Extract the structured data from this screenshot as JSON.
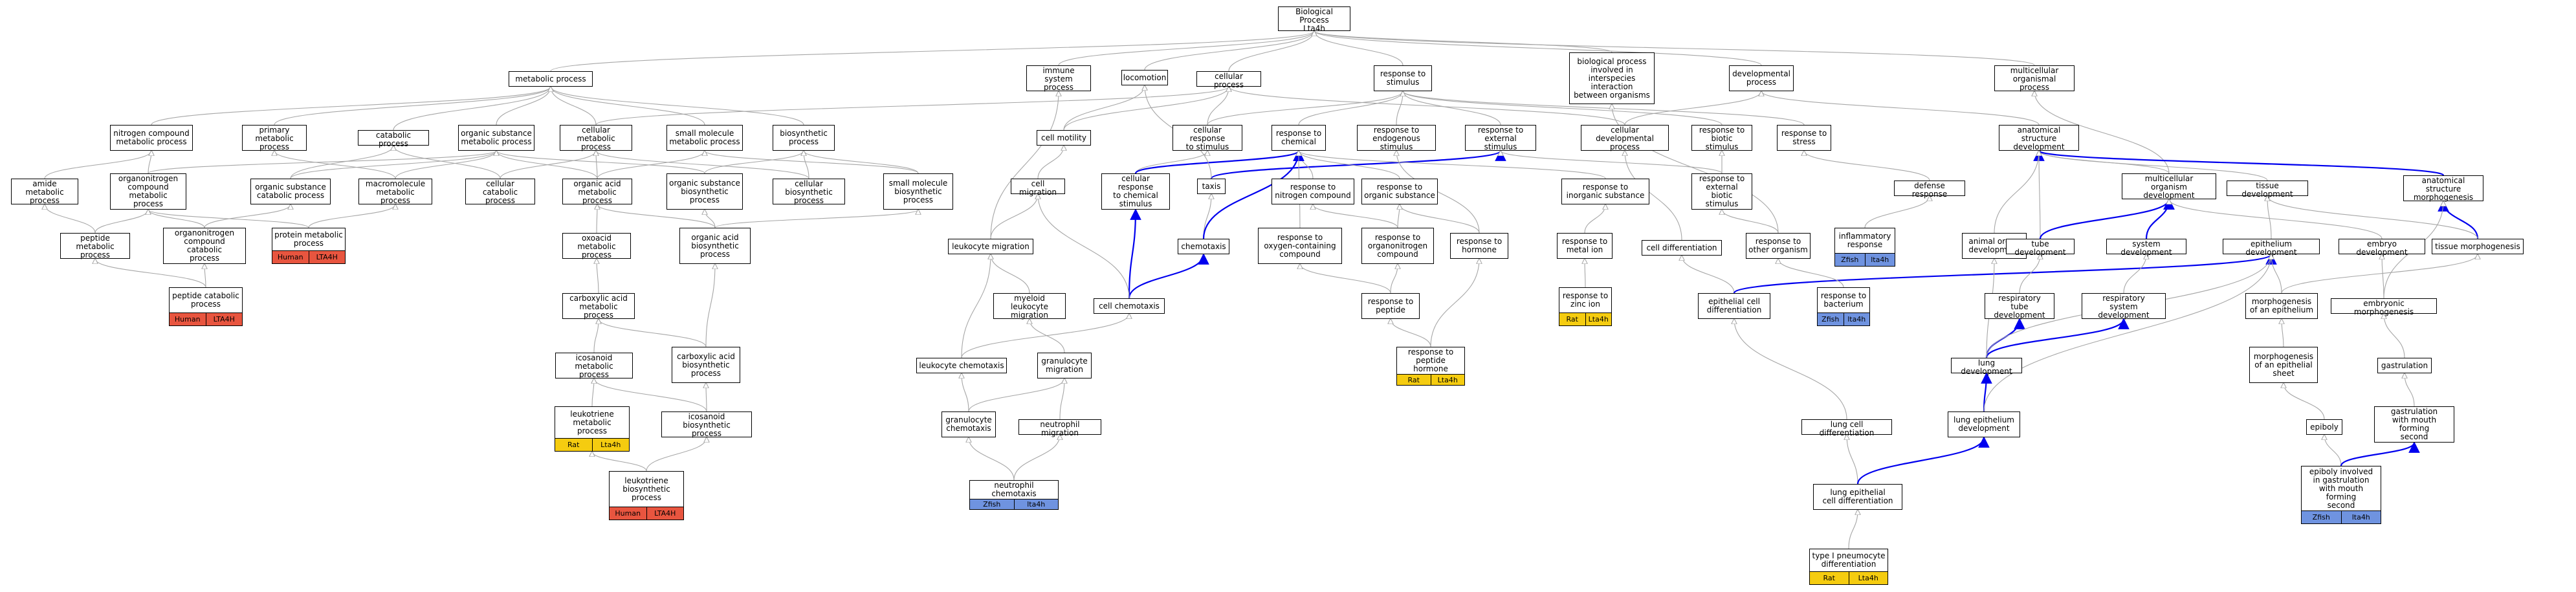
{
  "colors": {
    "human": "#e8553f",
    "rat": "#f5cc10",
    "zfish": "#6f93e0",
    "highlight_edge": "#0000ee",
    "edge": "#a6a6a6"
  },
  "nodes": [
    {
      "id": "bp",
      "label": "Biological Process\nLta4h"
    },
    {
      "id": "metabolic",
      "label": "metabolic process"
    },
    {
      "id": "immune",
      "label": "immune system\nprocess"
    },
    {
      "id": "locomotion",
      "label": "locomotion"
    },
    {
      "id": "cellular",
      "label": "cellular process"
    },
    {
      "id": "resp_stim",
      "label": "response to\nstimulus"
    },
    {
      "id": "interspecies",
      "label": "biological process\ninvolved in\ninterspecies\ninteraction\nbetween organisms"
    },
    {
      "id": "developmental",
      "label": "developmental\nprocess"
    },
    {
      "id": "multicell_org",
      "label": "multicellular\norganismal process"
    },
    {
      "id": "nitrogen_cmpd",
      "label": "nitrogen compound\nmetabolic process"
    },
    {
      "id": "primary_met",
      "label": "primary metabolic\nprocess"
    },
    {
      "id": "catabolic",
      "label": "catabolic process"
    },
    {
      "id": "org_subst_met",
      "label": "organic substance\nmetabolic process"
    },
    {
      "id": "cellular_met",
      "label": "cellular metabolic\nprocess"
    },
    {
      "id": "small_mol_met",
      "label": "small molecule\nmetabolic process"
    },
    {
      "id": "biosynthetic",
      "label": "biosynthetic\nprocess"
    },
    {
      "id": "cell_motility",
      "label": "cell motility"
    },
    {
      "id": "cell_resp_stim",
      "label": "cellular response\nto stimulus"
    },
    {
      "id": "resp_chemical",
      "label": "response to\nchemical"
    },
    {
      "id": "resp_endog",
      "label": "response to\nendogenous stimulus"
    },
    {
      "id": "resp_ext_stim",
      "label": "response to\nexternal stimulus"
    },
    {
      "id": "cell_dev_proc",
      "label": "cellular developmental\nprocess"
    },
    {
      "id": "resp_biotic",
      "label": "response to\nbiotic stimulus"
    },
    {
      "id": "resp_stress",
      "label": "response to\nstress"
    },
    {
      "id": "anat_struct_dev",
      "label": "anatomical structure\ndevelopment"
    },
    {
      "id": "amide_met",
      "label": "amide metabolic\nprocess"
    },
    {
      "id": "organonitrogen_met",
      "label": "organonitrogen\ncompound metabolic\nprocess"
    },
    {
      "id": "macromolecule_met",
      "label": "macromolecule\nmetabolic process"
    },
    {
      "id": "cellular_catab",
      "label": "cellular catabolic\nprocess"
    },
    {
      "id": "organic_acid_met",
      "label": "organic acid\nmetabolic process"
    },
    {
      "id": "org_subst_biosyn",
      "label": "organic substance\nbiosynthetic\nprocess"
    },
    {
      "id": "cell_biosyn",
      "label": "cellular biosynthetic\nprocess"
    },
    {
      "id": "small_mol_biosyn",
      "label": "small molecule\nbiosynthetic\nprocess"
    },
    {
      "id": "cell_migration",
      "label": "cell migration"
    },
    {
      "id": "cell_resp_chem",
      "label": "cellular response\nto chemical\nstimulus"
    },
    {
      "id": "taxis",
      "label": "taxis"
    },
    {
      "id": "resp_nitrogen",
      "label": "response to\nnitrogen compound"
    },
    {
      "id": "resp_org_subst",
      "label": "response to\norganic substance"
    },
    {
      "id": "resp_inorganic",
      "label": "response to\ninorganic substance"
    },
    {
      "id": "resp_ext_biotic",
      "label": "response to\nexternal biotic\nstimulus"
    },
    {
      "id": "defense",
      "label": "defense response"
    },
    {
      "id": "multicell_dev",
      "label": "multicellular\norganism development"
    },
    {
      "id": "tissue_dev",
      "label": "tissue development"
    },
    {
      "id": "anat_morph",
      "label": "anatomical structure\nmorphogenesis"
    },
    {
      "id": "peptide_met",
      "label": "peptide metabolic\nprocess"
    },
    {
      "id": "org_subst_catab",
      "label": "organic substance\ncatabolic process"
    },
    {
      "id": "organonitrogen_catab",
      "label": "organonitrogen\ncompound catabolic\nprocess"
    },
    {
      "id": "protein_met",
      "label": "protein metabolic\nprocess",
      "anno": [
        {
          "text": "Human",
          "species": "human"
        },
        {
          "text": "LTA4H",
          "species": "human"
        }
      ]
    },
    {
      "id": "oxoacid_met",
      "label": "oxoacid metabolic\nprocess"
    },
    {
      "id": "organic_acid_biosyn",
      "label": "organic acid\nbiosynthetic\nprocess"
    },
    {
      "id": "leukocyte_mig",
      "label": "leukocyte migration"
    },
    {
      "id": "chemotaxis",
      "label": "chemotaxis"
    },
    {
      "id": "resp_oxygen",
      "label": "response to\noxygen-containing\ncompound"
    },
    {
      "id": "resp_organonitrogen",
      "label": "response to\norganonitrogen\ncompound"
    },
    {
      "id": "resp_hormone",
      "label": "response to\nhormone"
    },
    {
      "id": "resp_metal_ion",
      "label": "response to\nmetal ion"
    },
    {
      "id": "cell_diff",
      "label": "cell differentiation"
    },
    {
      "id": "resp_other_org",
      "label": "response to\nother organism"
    },
    {
      "id": "inflammatory",
      "label": "inflammatory\nresponse",
      "anno": [
        {
          "text": "Zfish",
          "species": "zfish"
        },
        {
          "text": "lta4h",
          "species": "zfish"
        }
      ]
    },
    {
      "id": "animal_organ_dev",
      "label": "animal organ\ndevelopment"
    },
    {
      "id": "tube_dev",
      "label": "tube development"
    },
    {
      "id": "system_dev",
      "label": "system development"
    },
    {
      "id": "epithelium_dev",
      "label": "epithelium development"
    },
    {
      "id": "embryo_dev",
      "label": "embryo development"
    },
    {
      "id": "tissue_morph",
      "label": "tissue morphogenesis"
    },
    {
      "id": "peptide_catab",
      "label": "peptide catabolic\nprocess",
      "anno": [
        {
          "text": "Human",
          "species": "human"
        },
        {
          "text": "LTA4H",
          "species": "human"
        }
      ]
    },
    {
      "id": "carboxylic_met",
      "label": "carboxylic acid\nmetabolic process"
    },
    {
      "id": "myeloid_mig",
      "label": "myeloid leukocyte\nmigration"
    },
    {
      "id": "cell_chemotaxis",
      "label": "cell chemotaxis"
    },
    {
      "id": "resp_peptide",
      "label": "response to\npeptide"
    },
    {
      "id": "resp_zinc",
      "label": "response to\nzinc ion",
      "anno": [
        {
          "text": "Rat",
          "species": "rat"
        },
        {
          "text": "Lta4h",
          "species": "rat"
        }
      ]
    },
    {
      "id": "epith_cell_diff",
      "label": "epithelial cell\ndifferentiation"
    },
    {
      "id": "resp_bacterium",
      "label": "response to\nbacterium",
      "anno": [
        {
          "text": "Zfish",
          "species": "zfish"
        },
        {
          "text": "lta4h",
          "species": "zfish"
        }
      ]
    },
    {
      "id": "resp_tube_dev",
      "label": "respiratory\ntube development"
    },
    {
      "id": "resp_sys_dev",
      "label": "respiratory\nsystem development"
    },
    {
      "id": "morph_epith",
      "label": "morphogenesis\nof an epithelium"
    },
    {
      "id": "embryonic_morph",
      "label": "embryonic morphogenesis"
    },
    {
      "id": "icosanoid_met",
      "label": "icosanoid metabolic\nprocess"
    },
    {
      "id": "carboxylic_biosyn",
      "label": "carboxylic acid\nbiosynthetic\nprocess"
    },
    {
      "id": "leukocyte_chemo",
      "label": "leukocyte chemotaxis"
    },
    {
      "id": "granulocyte_mig",
      "label": "granulocyte\nmigration"
    },
    {
      "id": "resp_pep_hormone",
      "label": "response to\npeptide hormone",
      "anno": [
        {
          "text": "Rat",
          "species": "rat"
        },
        {
          "text": "Lta4h",
          "species": "rat"
        }
      ]
    },
    {
      "id": "morph_epith_sheet",
      "label": "morphogenesis\nof an epithelial\nsheet"
    },
    {
      "id": "gastrulation",
      "label": "gastrulation"
    },
    {
      "id": "lung_dev",
      "label": "lung development"
    },
    {
      "id": "leukotriene_met",
      "label": "leukotriene\nmetabolic process",
      "anno": [
        {
          "text": "Rat",
          "species": "rat"
        },
        {
          "text": "Lta4h",
          "species": "rat"
        }
      ]
    },
    {
      "id": "icosanoid_biosyn",
      "label": "icosanoid biosynthetic\nprocess"
    },
    {
      "id": "granulocyte_chemo",
      "label": "granulocyte\nchemotaxis"
    },
    {
      "id": "neutrophil_mig",
      "label": "neutrophil migration"
    },
    {
      "id": "lung_cell_diff",
      "label": "lung cell differentiation"
    },
    {
      "id": "lung_epith_dev",
      "label": "lung epithelium\ndevelopment"
    },
    {
      "id": "epiboly",
      "label": "epiboly"
    },
    {
      "id": "gastrulation_mouth",
      "label": "gastrulation\nwith mouth forming\nsecond"
    },
    {
      "id": "leukotriene_biosyn",
      "label": "leukotriene\nbiosynthetic\nprocess",
      "anno": [
        {
          "text": "Human",
          "species": "human"
        },
        {
          "text": "LTA4H",
          "species": "human"
        }
      ]
    },
    {
      "id": "neutrophil_chemo",
      "label": "neutrophil chemotaxis",
      "anno": [
        {
          "text": "Zfish",
          "species": "zfish"
        },
        {
          "text": "lta4h",
          "species": "zfish"
        }
      ]
    },
    {
      "id": "lung_epith_cell_diff",
      "label": "lung epithelial\ncell differentiation"
    },
    {
      "id": "epiboly_gastrulation",
      "label": "epiboly involved\nin gastrulation\nwith mouth forming\nsecond",
      "anno": [
        {
          "text": "Zfish",
          "species": "zfish"
        },
        {
          "text": "lta4h",
          "species": "zfish"
        }
      ]
    },
    {
      "id": "type1_pneumo",
      "label": "type I pneumocyte\ndifferentiation",
      "anno": [
        {
          "text": "Rat",
          "species": "rat"
        },
        {
          "text": "Lta4h",
          "species": "rat"
        }
      ]
    }
  ],
  "edges": [
    [
      "metabolic",
      "bp"
    ],
    [
      "immune",
      "bp"
    ],
    [
      "locomotion",
      "bp"
    ],
    [
      "cellular",
      "bp"
    ],
    [
      "resp_stim",
      "bp"
    ],
    [
      "interspecies",
      "bp"
    ],
    [
      "developmental",
      "bp"
    ],
    [
      "multicell_org",
      "bp"
    ],
    [
      "nitrogen_cmpd",
      "metabolic"
    ],
    [
      "primary_met",
      "metabolic"
    ],
    [
      "catabolic",
      "metabolic"
    ],
    [
      "org_subst_met",
      "metabolic"
    ],
    [
      "cellular_met",
      "metabolic"
    ],
    [
      "cellular_met",
      "cellular"
    ],
    [
      "small_mol_met",
      "metabolic"
    ],
    [
      "biosynthetic",
      "metabolic"
    ],
    [
      "cell_motility",
      "cellular"
    ],
    [
      "cell_motility",
      "locomotion"
    ],
    [
      "cell_resp_stim",
      "cellular"
    ],
    [
      "cell_resp_stim",
      "resp_stim"
    ],
    [
      "resp_chemical",
      "resp_stim"
    ],
    [
      "resp_endog",
      "resp_stim"
    ],
    [
      "resp_ext_stim",
      "resp_stim"
    ],
    [
      "cell_dev_proc",
      "cellular"
    ],
    [
      "cell_dev_proc",
      "developmental"
    ],
    [
      "resp_biotic",
      "resp_stim"
    ],
    [
      "resp_stress",
      "resp_stim"
    ],
    [
      "anat_struct_dev",
      "developmental"
    ],
    [
      "multicell_dev",
      "multicell_org"
    ],
    [
      "multicell_dev",
      "anat_struct_dev"
    ],
    [
      "amide_met",
      "nitrogen_cmpd"
    ],
    [
      "organonitrogen_met",
      "nitrogen_cmpd"
    ],
    [
      "organonitrogen_met",
      "org_subst_met"
    ],
    [
      "macromolecule_met",
      "primary_met"
    ],
    [
      "macromolecule_met",
      "org_subst_met"
    ],
    [
      "cellular_catab",
      "catabolic"
    ],
    [
      "cellular_catab",
      "cellular_met"
    ],
    [
      "organic_acid_met",
      "org_subst_met"
    ],
    [
      "organic_acid_met",
      "cellular_met"
    ],
    [
      "organic_acid_met",
      "small_mol_met"
    ],
    [
      "org_subst_biosyn",
      "org_subst_met"
    ],
    [
      "org_subst_biosyn",
      "biosynthetic"
    ],
    [
      "cell_biosyn",
      "cellular_met"
    ],
    [
      "cell_biosyn",
      "biosynthetic"
    ],
    [
      "small_mol_biosyn",
      "small_mol_met"
    ],
    [
      "small_mol_biosyn",
      "biosynthetic"
    ],
    [
      "cell_migration",
      "cell_motility"
    ],
    [
      "cell_resp_chem",
      "cell_resp_stim"
    ],
    [
      "cell_resp_chem",
      "resp_chemical",
      "hl"
    ],
    [
      "taxis",
      "resp_ext_stim",
      "hl"
    ],
    [
      "taxis",
      "locomotion"
    ],
    [
      "resp_nitrogen",
      "resp_chemical"
    ],
    [
      "resp_org_subst",
      "resp_chemical"
    ],
    [
      "resp_inorganic",
      "resp_chemical"
    ],
    [
      "resp_ext_biotic",
      "resp_biotic"
    ],
    [
      "resp_ext_biotic",
      "resp_ext_stim"
    ],
    [
      "defense",
      "resp_stress"
    ],
    [
      "tissue_dev",
      "anat_struct_dev"
    ],
    [
      "anat_morph",
      "anat_struct_dev",
      "hl"
    ],
    [
      "peptide_met",
      "amide_met"
    ],
    [
      "peptide_met",
      "organonitrogen_met"
    ],
    [
      "org_subst_catab",
      "catabolic"
    ],
    [
      "org_subst_catab",
      "org_subst_met"
    ],
    [
      "organonitrogen_catab",
      "organonitrogen_met"
    ],
    [
      "organonitrogen_catab",
      "org_subst_catab"
    ],
    [
      "protein_met",
      "macromolecule_met"
    ],
    [
      "protein_met",
      "organonitrogen_met"
    ],
    [
      "oxoacid_met",
      "organic_acid_met"
    ],
    [
      "organic_acid_biosyn",
      "organic_acid_met"
    ],
    [
      "organic_acid_biosyn",
      "org_subst_biosyn"
    ],
    [
      "organic_acid_biosyn",
      "small_mol_biosyn"
    ],
    [
      "leukocyte_mig",
      "cell_migration"
    ],
    [
      "leukocyte_mig",
      "immune"
    ],
    [
      "chemotaxis",
      "taxis"
    ],
    [
      "chemotaxis",
      "resp_chemical",
      "hl"
    ],
    [
      "resp_oxygen",
      "resp_chemical"
    ],
    [
      "resp_organonitrogen",
      "resp_nitrogen"
    ],
    [
      "resp_organonitrogen",
      "resp_org_subst"
    ],
    [
      "resp_hormone",
      "resp_org_subst"
    ],
    [
      "resp_hormone",
      "resp_endog"
    ],
    [
      "resp_metal_ion",
      "resp_inorganic"
    ],
    [
      "cell_diff",
      "cell_dev_proc"
    ],
    [
      "resp_other_org",
      "resp_ext_biotic"
    ],
    [
      "resp_other_org",
      "interspecies"
    ],
    [
      "inflammatory",
      "defense"
    ],
    [
      "animal_organ_dev",
      "anat_struct_dev"
    ],
    [
      "tube_dev",
      "anat_struct_dev"
    ],
    [
      "system_dev",
      "multicell_dev",
      "hl"
    ],
    [
      "tube_dev",
      "multicell_dev",
      "hl"
    ],
    [
      "epithelium_dev",
      "tissue_dev"
    ],
    [
      "embryo_dev",
      "multicell_dev"
    ],
    [
      "tissue_morph",
      "anat_morph",
      "hl"
    ],
    [
      "tissue_morph",
      "tissue_dev"
    ],
    [
      "peptide_catab",
      "peptide_met"
    ],
    [
      "peptide_catab",
      "organonitrogen_catab"
    ],
    [
      "carboxylic_met",
      "oxoacid_met"
    ],
    [
      "myeloid_mig",
      "leukocyte_mig"
    ],
    [
      "cell_chemotaxis",
      "chemotaxis",
      "hl"
    ],
    [
      "cell_chemotaxis",
      "cell_resp_chem",
      "hl"
    ],
    [
      "cell_chemotaxis",
      "cell_migration"
    ],
    [
      "resp_peptide",
      "resp_oxygen"
    ],
    [
      "resp_peptide",
      "resp_organonitrogen"
    ],
    [
      "resp_zinc",
      "resp_metal_ion"
    ],
    [
      "epith_cell_diff",
      "cell_diff"
    ],
    [
      "epith_cell_diff",
      "epithelium_dev",
      "hl"
    ],
    [
      "resp_bacterium",
      "resp_other_org"
    ],
    [
      "resp_tube_dev",
      "tube_dev"
    ],
    [
      "resp_sys_dev",
      "system_dev"
    ],
    [
      "morph_epith",
      "epithelium_dev"
    ],
    [
      "morph_epith",
      "tissue_morph"
    ],
    [
      "embryonic_morph",
      "embryo_dev"
    ],
    [
      "embryonic_morph",
      "anat_morph"
    ],
    [
      "icosanoid_met",
      "carboxylic_met"
    ],
    [
      "carboxylic_biosyn",
      "carboxylic_met"
    ],
    [
      "carboxylic_biosyn",
      "organic_acid_biosyn"
    ],
    [
      "leukocyte_chemo",
      "leukocyte_mig"
    ],
    [
      "leukocyte_chemo",
      "cell_chemotaxis"
    ],
    [
      "granulocyte_mig",
      "myeloid_mig"
    ],
    [
      "resp_pep_hormone",
      "resp_peptide"
    ],
    [
      "resp_pep_hormone",
      "resp_hormone"
    ],
    [
      "morph_epith_sheet",
      "morph_epith"
    ],
    [
      "gastrulation",
      "embryonic_morph"
    ],
    [
      "lung_dev",
      "resp_tube_dev",
      "hl"
    ],
    [
      "lung_dev",
      "resp_sys_dev",
      "hl"
    ],
    [
      "lung_dev",
      "animal_organ_dev"
    ],
    [
      "lung_dev",
      "epithelium_dev"
    ],
    [
      "leukotriene_met",
      "icosanoid_met"
    ],
    [
      "icosanoid_biosyn",
      "icosanoid_met"
    ],
    [
      "icosanoid_biosyn",
      "carboxylic_biosyn"
    ],
    [
      "granulocyte_chemo",
      "leukocyte_chemo"
    ],
    [
      "granulocyte_chemo",
      "granulocyte_mig"
    ],
    [
      "neutrophil_mig",
      "granulocyte_mig"
    ],
    [
      "lung_cell_diff",
      "epith_cell_diff"
    ],
    [
      "lung_epith_dev",
      "lung_dev",
      "hl"
    ],
    [
      "lung_epith_dev",
      "epithelium_dev"
    ],
    [
      "epiboly",
      "morph_epith_sheet"
    ],
    [
      "gastrulation_mouth",
      "gastrulation"
    ],
    [
      "leukotriene_biosyn",
      "leukotriene_met"
    ],
    [
      "leukotriene_biosyn",
      "icosanoid_biosyn"
    ],
    [
      "neutrophil_chemo",
      "granulocyte_chemo"
    ],
    [
      "neutrophil_chemo",
      "neutrophil_mig"
    ],
    [
      "lung_epith_cell_diff",
      "lung_cell_diff"
    ],
    [
      "lung_epith_cell_diff",
      "lung_epith_dev",
      "hl"
    ],
    [
      "epiboly_gastrulation",
      "epiboly"
    ],
    [
      "epiboly_gastrulation",
      "gastrulation_mouth",
      "hl"
    ],
    [
      "type1_pneumo",
      "lung_epith_cell_diff"
    ]
  ]
}
